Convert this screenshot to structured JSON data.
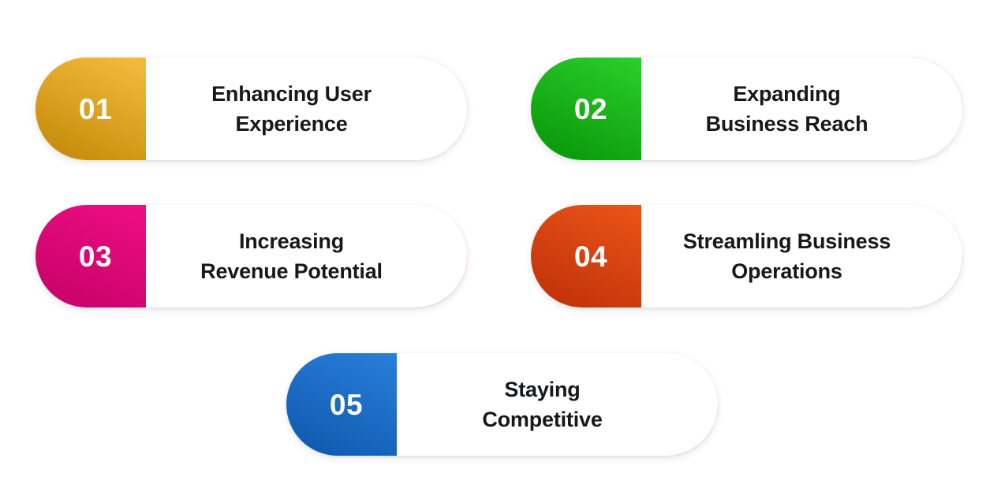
{
  "page": {
    "background": "#ffffff",
    "layout": "five pill cards, two rows of two plus one centered",
    "title_color": "#17181a"
  },
  "cards": [
    {
      "number": "01",
      "title_line1": "Enhancing User",
      "title_line2": "Experience",
      "badge_gradient_from": "#f7bc3f",
      "badge_gradient_to": "#c08706",
      "arc_color_from": "#c98a0c",
      "arc_color_to": "#f9b83c",
      "arc_position": "top-right",
      "accent": "#e2a01e"
    },
    {
      "number": "02",
      "title_line1": "Expanding",
      "title_line2": "Business Reach",
      "badge_gradient_from": "#2bd02b",
      "badge_gradient_to": "#079307",
      "arc_color_from": "#0a9a0a",
      "arc_color_to": "#1fcc1f",
      "arc_position": "top-right",
      "accent": "#14b814"
    },
    {
      "number": "03",
      "title_line1": "Increasing",
      "title_line2": "Revenue Potential",
      "badge_gradient_from": "#ef0d84",
      "badge_gradient_to": "#c40266",
      "arc_color_from": "#ef0d84",
      "arc_color_to": "#cc0370",
      "arc_position": "bottom-right",
      "accent": "#e20b7c"
    },
    {
      "number": "04",
      "title_line1": "Streamling Business",
      "title_line2": "Operations",
      "badge_gradient_from": "#ea5518",
      "badge_gradient_to": "#bf2f08",
      "arc_color_from": "#e4591f",
      "arc_color_to": "#c33a0c",
      "arc_position": "bottom-right",
      "accent": "#dd4a14"
    },
    {
      "number": "05",
      "title_line1": "Staying",
      "title_line2": "Competitive",
      "badge_gradient_from": "#2a7fda",
      "badge_gradient_to": "#0d57ad",
      "arc_color_from": "#2a7fda",
      "arc_color_to": "#1161bb",
      "arc_position": "bottom-right",
      "accent": "#1d6fc8"
    }
  ]
}
